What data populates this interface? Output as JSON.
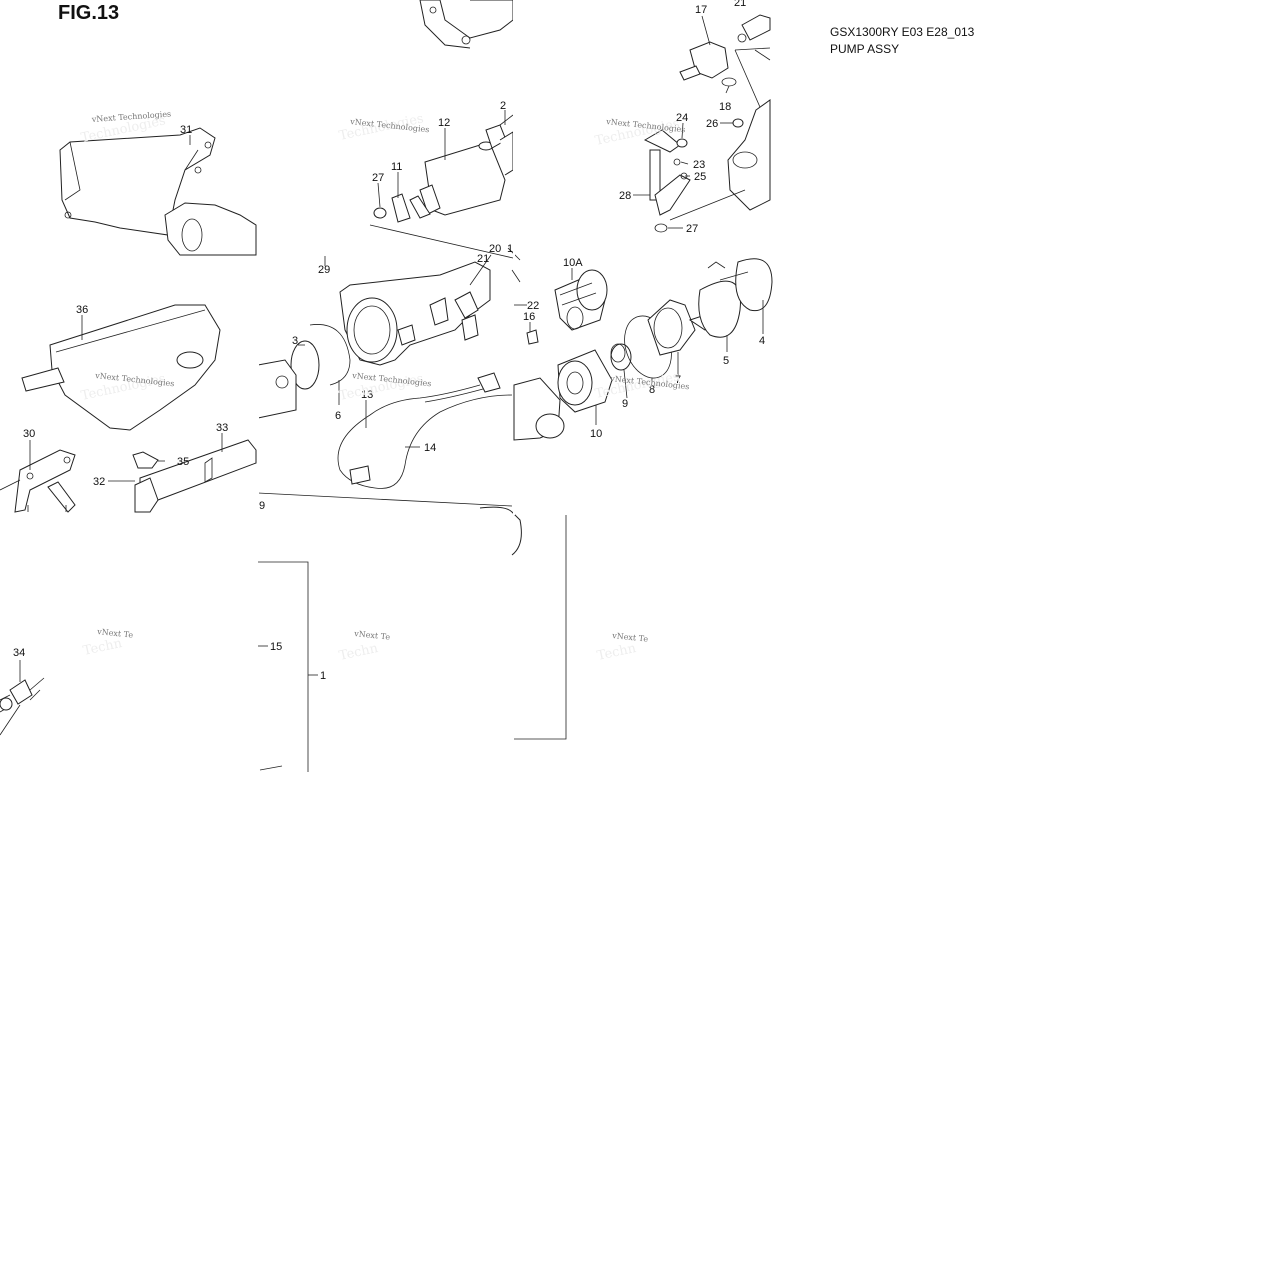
{
  "figure": {
    "title": "FIG.13",
    "caption_line1": "GSX1300RY E03 E28_013",
    "caption_line2": "PUMP ASSY"
  },
  "watermark": {
    "line1": "vNext Technologies",
    "line1_short": "vNext Te",
    "line2": "Technologies",
    "line2_short": "Techn"
  },
  "callouts": {
    "c1": "1",
    "c2": "2",
    "c3": "3",
    "c4": "4",
    "c5": "5",
    "c6": "6",
    "c7": "7",
    "c8": "8",
    "c9": "9",
    "c10": "10",
    "c10a": "10A",
    "c11": "11",
    "c12": "12",
    "c13": "13",
    "c14": "14",
    "c15": "15",
    "c16": "16",
    "c17": "17",
    "c18": "18",
    "c20": "20",
    "c21": "21",
    "c22": "22",
    "c23": "23",
    "c24": "24",
    "c25": "25",
    "c26": "26",
    "c27": "27",
    "c28": "28",
    "c29": "29",
    "c30": "30",
    "c31": "31",
    "c32": "32",
    "c33": "33",
    "c34": "34",
    "c35": "35",
    "c36": "36"
  }
}
